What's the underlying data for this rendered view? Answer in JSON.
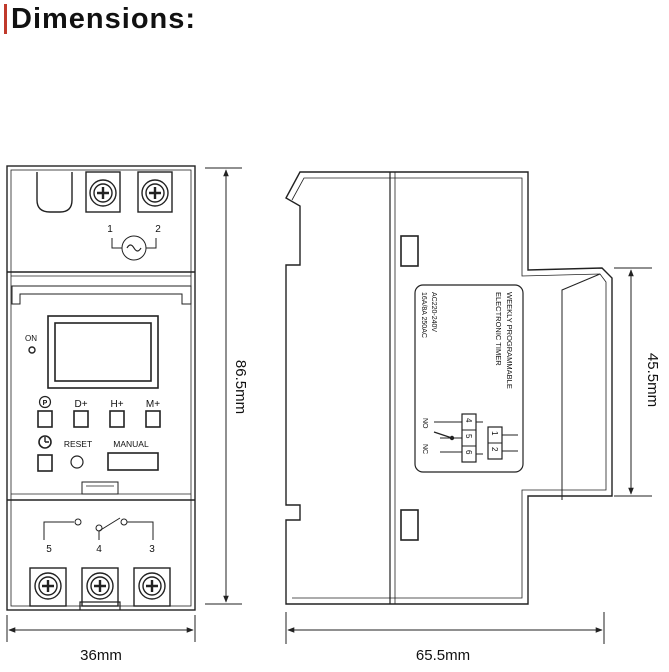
{
  "title": "Dimensions:",
  "front_view": {
    "terminal_top_labels": [
      "1",
      "2"
    ],
    "display_indicator": "ON",
    "button_labels": [
      "D+",
      "H+",
      "M+"
    ],
    "reset_label": "RESET",
    "manual_label": "MANUAL",
    "contact_labels": [
      "5",
      "4",
      "3"
    ],
    "width_dim": "36mm",
    "height_dim": "86.5mm"
  },
  "side_view": {
    "label_lines": [
      "WEEKLY PROGRAMMABLE",
      "ELECTRONIC TIMER",
      "AC220-240V",
      "16A/8A 250AC"
    ],
    "terminal_numbers_left": [
      "4",
      "5",
      "6"
    ],
    "terminal_numbers_right": [
      "1",
      "2"
    ],
    "no_label": "NO",
    "nc_label": "NC",
    "depth_dim": "65.5mm",
    "height_dim": "45.5mm"
  },
  "colors": {
    "accent": "#c0392b",
    "line": "#222222"
  }
}
